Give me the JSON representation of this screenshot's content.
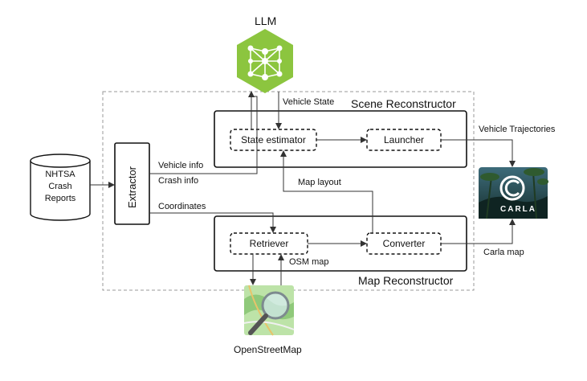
{
  "llm": {
    "label": "LLM"
  },
  "source": {
    "line1": "NHTSA",
    "line2": "Crash",
    "line3": "Reports"
  },
  "extractor": {
    "label": "Extractor"
  },
  "scene": {
    "title": "Scene Reconstructor",
    "state_estimator": "State estimator",
    "launcher": "Launcher"
  },
  "map": {
    "title": "Map Reconstructor",
    "retriever": "Retriever",
    "converter": "Converter"
  },
  "edges": {
    "vehicle_state": "Vehicle State",
    "vehicle_info": "Vehicle info",
    "crash_info": "Crash info",
    "coordinates": "Coordinates",
    "map_layout": "Map layout",
    "osm_map": "OSM map",
    "vehicle_trajectories": "Vehicle Trajectories",
    "carla_map": "Carla map"
  },
  "carla": {
    "logo_text": "CARLA"
  },
  "osm": {
    "label": "OpenStreetMap"
  },
  "colors": {
    "llm_green": "#8cc53f",
    "line": "#111111",
    "dashed_border": "#9a9a9a",
    "osm_green": "#9fd08a"
  }
}
